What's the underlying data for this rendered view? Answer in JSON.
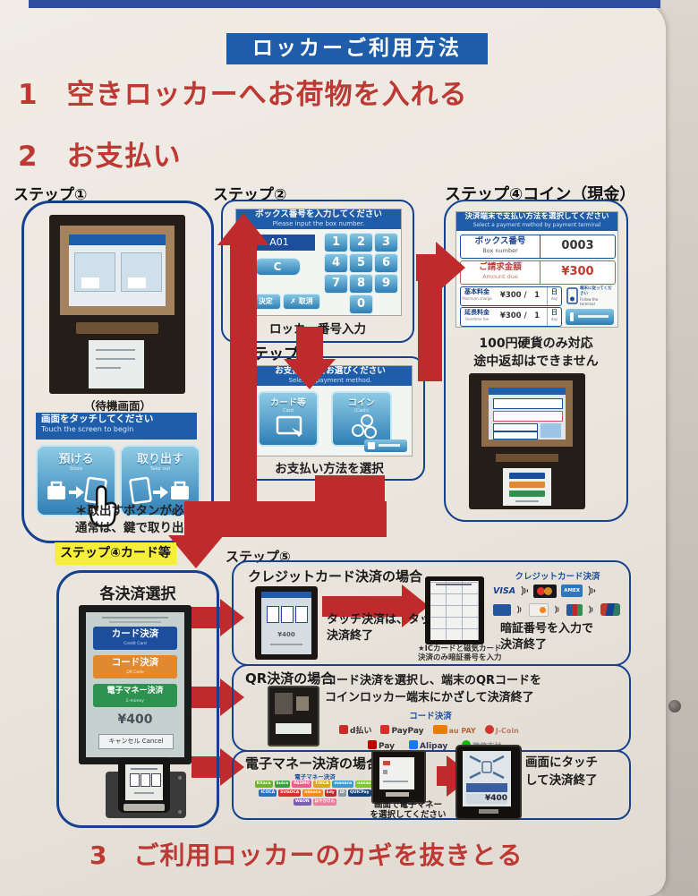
{
  "colors": {
    "accent_red": "#bc3a33",
    "title_blue": "#1f5dab",
    "border_navy": "#16418e",
    "arrow_red": "#bf2b2c",
    "highlight_yellow": "#f7ee3a",
    "btn_blue": "#1d4e9e",
    "btn_orange": "#e0892f",
    "btn_green": "#2d9150"
  },
  "title": "ロッカーご利用方法",
  "h1": "1　空きロッカーへお荷物を入れる",
  "h2": "2　お支払い",
  "h3": "3　ご利用ロッカーのカギを抜きとる",
  "step1": {
    "label": "ステップ①",
    "standby": "（待機画面）",
    "touch_jp": "画面をタッチしてください",
    "touch_en": "Touch the screen to begin",
    "store_jp": "預ける",
    "store_en": "Store",
    "takeout_jp": "取り出す",
    "takeout_en": "Take out",
    "note1": "＊取出すボタンが必要な時は、延滞時のみで",
    "note2": "通常は、鍵で取り出します。"
  },
  "step2": {
    "label": "ステップ②",
    "title_jp": "ボックス番号を入力してください",
    "title_en": "Please input the box number.",
    "display": "A01",
    "clear": "C",
    "keys": [
      "1",
      "2",
      "3",
      "4",
      "5",
      "6",
      "7",
      "8",
      "9",
      "0"
    ],
    "ok": "✓ 決定",
    "cancel": "✗ 取消",
    "caption": "ロッカー番号入力"
  },
  "step3": {
    "label": "ステップ③",
    "title_jp": "お支払方法をお選びください",
    "title_en": "Select a payment method.",
    "card_jp": "カード等",
    "card_en": "Card",
    "coin_jp": "コイン",
    "coin_en": "(Cash)",
    "caption": "お支払い方法を選択"
  },
  "coin": {
    "label": "ステップ④コイン（現金）",
    "title_jp": "決済端末で支払い方法を選択してください",
    "title_en": "Select a payment method by payment terminal",
    "box_jp": "ボックス番号",
    "box_en": "Box number",
    "box_value": "0003",
    "amount_jp": "ご請求金額",
    "amount_en": "Amount due",
    "amount_value": "¥300",
    "fee1_jp": "基本料金",
    "fee1_en": "Minimum charge",
    "fee1_value": "¥300 /　1",
    "fee2_jp": "延長料金",
    "fee2_en": "Overtime fee",
    "fee2_value": "¥300 /　1",
    "unit_jp": "日",
    "unit_en": "day",
    "follow_jp": "端末に従ってください",
    "follow_en": "Follow the terminal",
    "note1": "100円硬貨のみ対応",
    "note2": "途中返却はできません"
  },
  "card_select": {
    "label": "ステップ④カード等",
    "title": "各決済選択",
    "btn1_jp": "カード決済",
    "btn1_en": "Credit Card",
    "btn2_jp": "コード決済",
    "btn2_en": "QR Code",
    "btn3_jp": "電子マネー決済",
    "btn3_en": "E-money",
    "price": "¥400",
    "cancel": "キャンセル Cancel"
  },
  "step5_label": "ステップ⑤",
  "credit": {
    "title": "クレジットカード決済の場合",
    "touch1": "タッチ決済は、タッチで",
    "touch2": "決済終了",
    "ic1": "★ICカードと磁気カード",
    "ic2": "決済のみ暗証番号を入力",
    "brands_title": "クレジットカード決済",
    "visa": "VISA",
    "amex": "AMEX",
    "brands": [
      "VISA",
      "Mastercard",
      "AMEX",
      "Diners Club",
      "Discover",
      "JCB",
      "UnionPay"
    ],
    "pin1": "暗証番号を入力で",
    "pin2": "決済終了"
  },
  "qr": {
    "title": "QR決済の場合",
    "note1": "コード決済を選択し、端末のQRコードを",
    "note2": "コインロッカー端末にかざして決済終了",
    "brands_title": "コード決済",
    "row1": [
      "d払い",
      "PayPay",
      "au PAY",
      "J-Coin"
    ],
    "row2": [
      "Pay",
      "Alipay",
      "微信支付"
    ]
  },
  "emoney": {
    "title": "電子マネー決済の場合",
    "brands_title": "電子マネー決済",
    "brands": [
      "Kitaca",
      "Suica",
      "PASMO",
      "TOICA",
      "manaca",
      "nanaco",
      "ICOCA",
      "SUGOCA",
      "nimoca",
      "Edy",
      "iD",
      "QUICPay",
      "WAON",
      "はやかけん"
    ],
    "sel1": "画面で電子マネー",
    "sel2": "を選択してください",
    "price": "¥400",
    "touch1": "画面にタッチ",
    "touch2": "して決済終了"
  }
}
